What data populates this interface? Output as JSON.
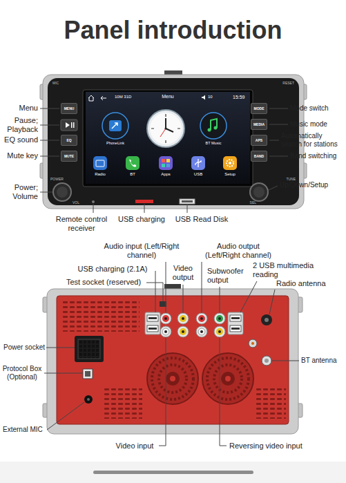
{
  "diagram": {
    "title": "Panel introduction",
    "nodes": [
      {
        "text": [
          "MENU"
        ]
      },
      {
        "text": [
          "EQ"
        ]
      },
      {
        "text": [
          "MUTE"
        ]
      },
      {
        "text": [
          "MODE"
        ]
      },
      {
        "text": [
          "MEDIA"
        ]
      },
      {
        "text": [
          "APS"
        ]
      },
      {
        "text": [
          "BAND"
        ]
      }
    ],
    "labels": [
      "MIC",
      "RESET",
      "Menu",
      "Pause; Playback",
      "EQ sound",
      "Mute key",
      "Power; Volume",
      "Mode switch",
      "Music mode",
      "Automatically search for stations",
      "Band switching",
      "Up/Down/Setup",
      "10M 31D",
      "Menu",
      "10",
      "15:59",
      "PhoneLink",
      "BT Music",
      "Radio",
      "BT",
      "Apps",
      "USB",
      "Setup",
      "POWER",
      "TUNE",
      "VOL",
      "SEL",
      "Remote control receiver",
      "USB charging",
      "USB Read Disk",
      "Audio input (Left/Right channel)",
      "Video output",
      "Audio output (Left/Right channel)",
      "USB charging (2.1A)",
      "Subwoofer output",
      "2 USB multimedia reading",
      "Test socket (reserved)",
      "Radio antenna",
      "Power socket",
      "BT antenna",
      "Protocol Box (Optional)",
      "External MIC",
      "Video input",
      "Reversing video input"
    ]
  }
}
